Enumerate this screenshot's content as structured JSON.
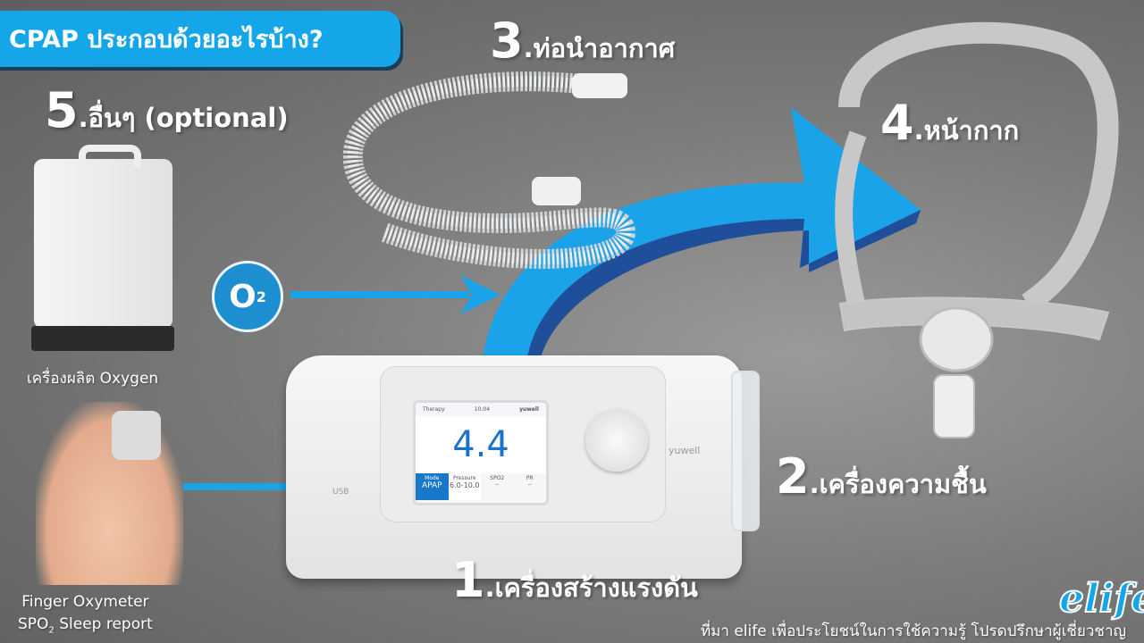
{
  "title": "CPAP ประกอบด้วยอะไรบ้าง?",
  "parts": {
    "p1": {
      "num": "1",
      "label": ".เครื่องสร้างแรงดัน"
    },
    "p2": {
      "num": "2",
      "label": ".เครื่องความชื้น"
    },
    "p3": {
      "num": "3",
      "label": ".ท่อนำอากาศ"
    },
    "p4": {
      "num": "4",
      "label": ".หน้ากาก"
    },
    "p5": {
      "num": "5",
      "label": ".อื่นๆ (optional)"
    }
  },
  "oxygen_caption": "เครื่องผลิต Oxygen",
  "oxymeter_caption_1": "Finger Oxymeter",
  "oxymeter_caption_2a": "SPO",
  "oxymeter_caption_2sub": "2",
  "oxymeter_caption_2b": " Sleep report",
  "o2_badge": {
    "main": "O",
    "sub": "2"
  },
  "cpap_screen": {
    "header_left": "Therapy",
    "header_mid": "10:04",
    "brand": "yuwell",
    "value": "4.4",
    "mode_label": "Mode",
    "mode": "APAP",
    "pressure_label": "Pressure",
    "pressure": "6.0-10.0",
    "spo2_label": "SPO2",
    "spo2": "--",
    "pr_label": "PR",
    "pr": "--"
  },
  "device_brand": "yuwell",
  "usb_label": "USB",
  "source": "ที่มา elife เพื่อประโยชน์ในการใช้ความรู้ โปรดปรึกษาผู้เชี่ยวชาญ",
  "logo": "elife",
  "colors": {
    "accent": "#15a6ea",
    "arrow": "#1aa3e8",
    "arrow_dark": "#1f4f9a"
  }
}
